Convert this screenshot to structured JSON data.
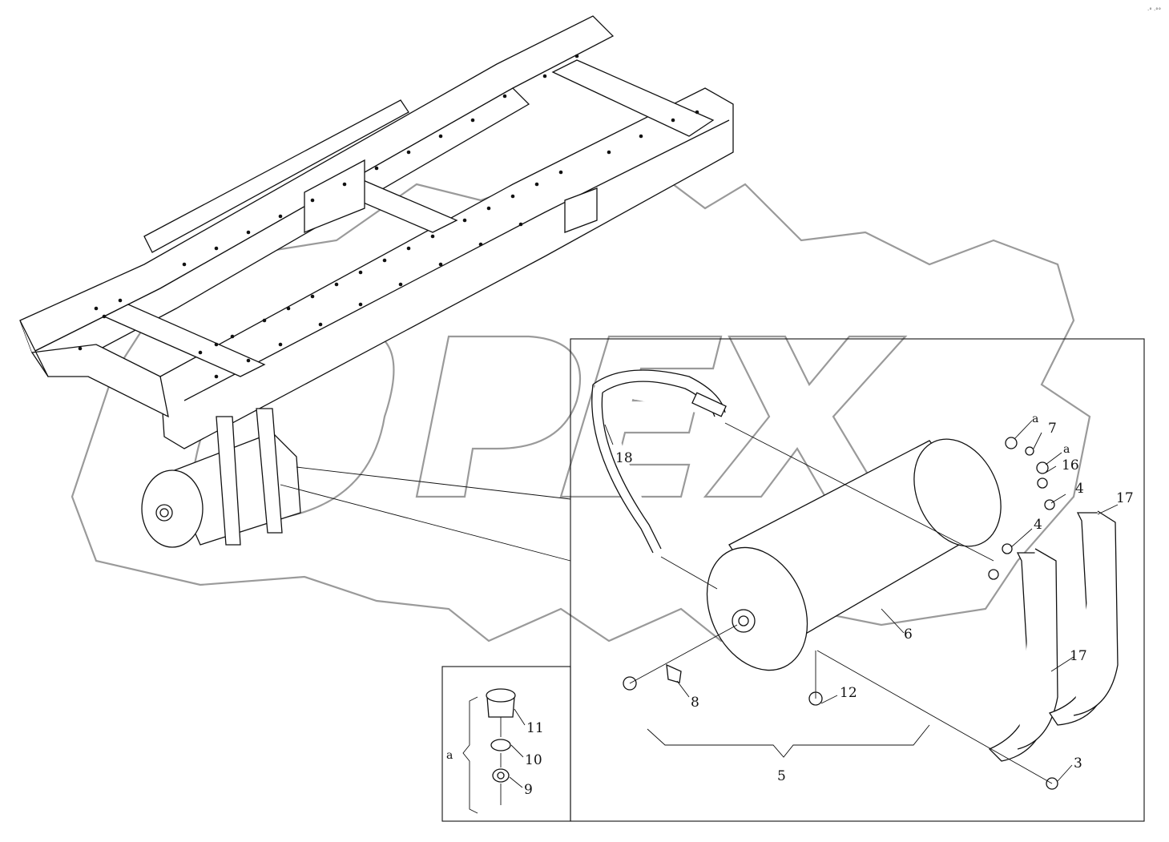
{
  "watermark": {
    "text": "OPEX"
  },
  "corner_mark": "·° ·°°",
  "callouts": {
    "c18": "18",
    "c6": "6",
    "c5": "5",
    "c8": "8",
    "c12": "12",
    "c3": "3",
    "c4a": "4",
    "c4b": "4",
    "c17a": "17",
    "c17b": "17",
    "c16": "16",
    "c7": "7",
    "ca1": "a",
    "ca2": "a"
  },
  "inset": {
    "group_label": "a",
    "c11": "11",
    "c10": "10",
    "c9": "9"
  }
}
